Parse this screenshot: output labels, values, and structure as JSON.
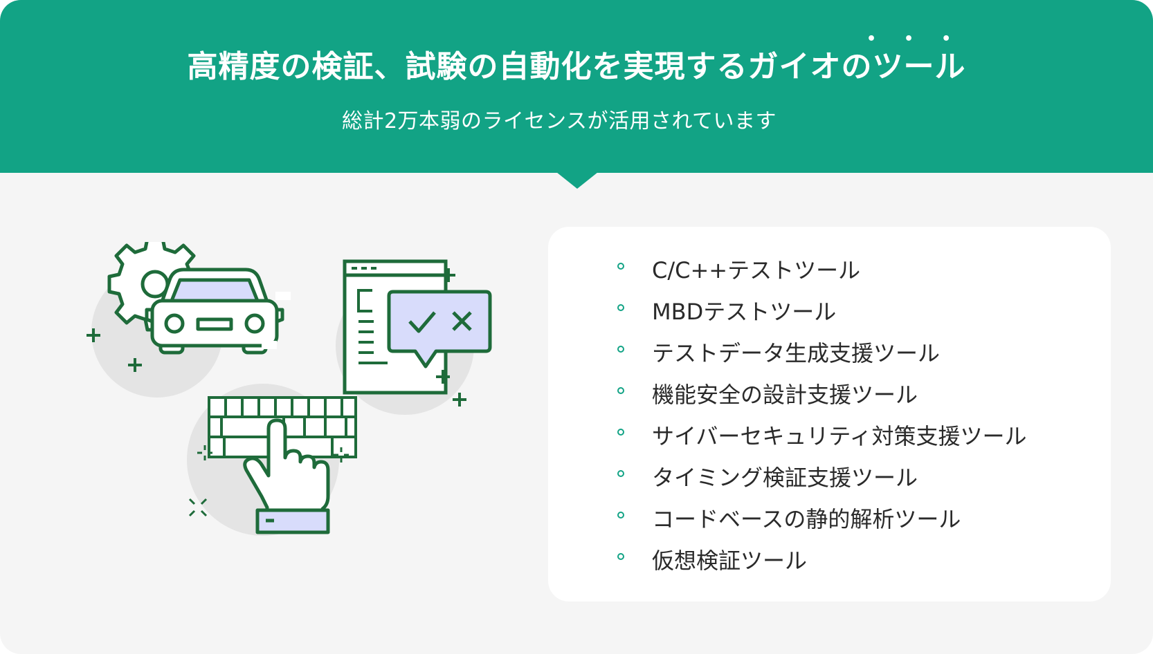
{
  "header": {
    "title": "高精度の検証、試験の自動化を実現するガイオのツール",
    "title_emphasis_dots": "•••",
    "subtitle": "総計2万本弱のライセンスが活用されています"
  },
  "tools": {
    "items": [
      {
        "label": "C/C++テストツール"
      },
      {
        "label": "MBDテストツール"
      },
      {
        "label": "テストデータ生成支援ツール"
      },
      {
        "label": "機能安全の設計支援ツール"
      },
      {
        "label": "サイバーセキュリティ対策支援ツール"
      },
      {
        "label": "タイミング検証支援ツール"
      },
      {
        "label": "コードベースの静的解析ツール"
      },
      {
        "label": "仮想検証ツール"
      }
    ]
  },
  "colors": {
    "brand_green": "#12a385",
    "icon_stroke": "#1e6b3a",
    "icon_fill_lavender": "#d8dcfb",
    "background": "#f5f5f5",
    "panel": "#ffffff"
  },
  "illustration_icons": [
    "gear-icon",
    "car-icon",
    "document-window-icon",
    "check-cross-bubble-icon",
    "keyboard-icon",
    "pointing-hand-icon",
    "sparkle-plus-icon"
  ]
}
